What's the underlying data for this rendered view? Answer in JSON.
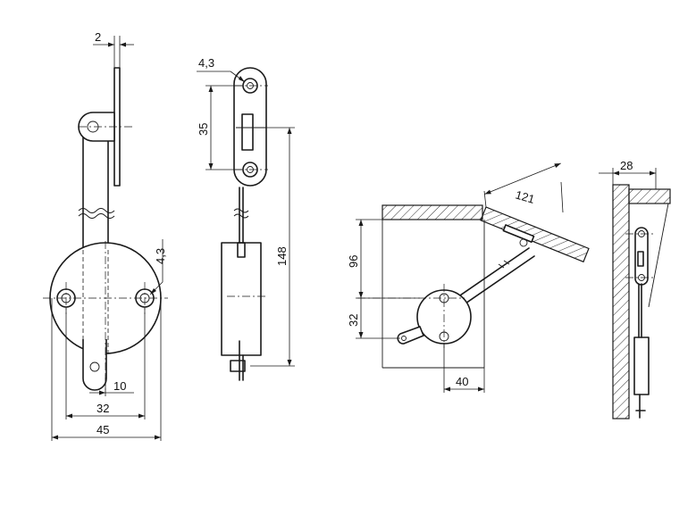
{
  "dimensions": {
    "plate_thickness": "2",
    "side_hole_diameter": "4,3",
    "front_hole_diameter": "4,3",
    "hole_spacing_top": "35",
    "total_height": "148",
    "offset_small": "10",
    "hole_spacing_bottom": "32",
    "base_diameter": "45",
    "lid_offset": "121",
    "height_upper": "96",
    "height_lower": "32",
    "base_offset": "40",
    "wall_offset": "28"
  },
  "colors": {
    "line": "#1a1a1a",
    "background": "#ffffff"
  }
}
